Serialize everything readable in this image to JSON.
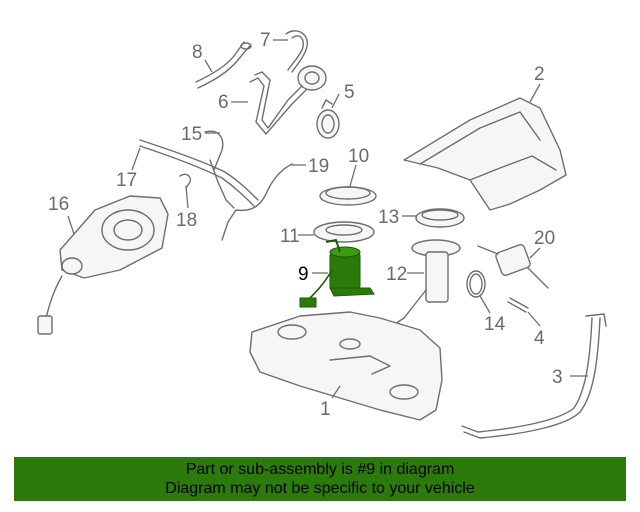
{
  "diagram": {
    "callouts": {
      "c1": "1",
      "c2": "2",
      "c3": "3",
      "c4": "4",
      "c5": "5",
      "c6": "6",
      "c7": "7",
      "c8": "8",
      "c9": "9",
      "c10": "10",
      "c11": "11",
      "c12": "12",
      "c13": "13",
      "c14": "14",
      "c15": "15",
      "c16": "16",
      "c17": "17",
      "c18": "18",
      "c19": "19",
      "c20": "20"
    },
    "highlight_color": "#2b7a0b",
    "highlighted_part": "9"
  },
  "banner": {
    "line1": "Part or sub-assembly is #9 in diagram",
    "line2": "Diagram may not be specific to your vehicle",
    "color": "#2b7a0b"
  }
}
